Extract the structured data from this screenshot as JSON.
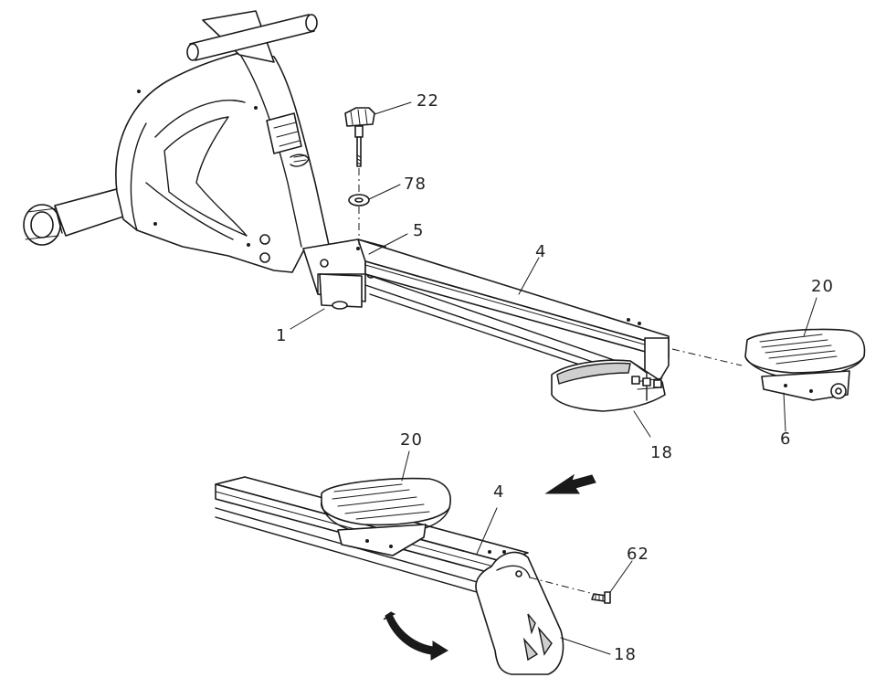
{
  "callouts": {
    "c22": "22",
    "c78": "78",
    "c5": "5",
    "c4_top": "4",
    "c1": "1",
    "c20_top": "20",
    "c18_top": "18",
    "c6": "6",
    "c20_bottom": "20",
    "c4_bottom": "4",
    "c62": "62",
    "c18_bottom": "18"
  },
  "colors": {
    "line": "#1a1a1a",
    "label": "#222222",
    "background": "#ffffff"
  },
  "icons": [
    "assembly-arrow-icon",
    "rotate-arrow-icon"
  ]
}
